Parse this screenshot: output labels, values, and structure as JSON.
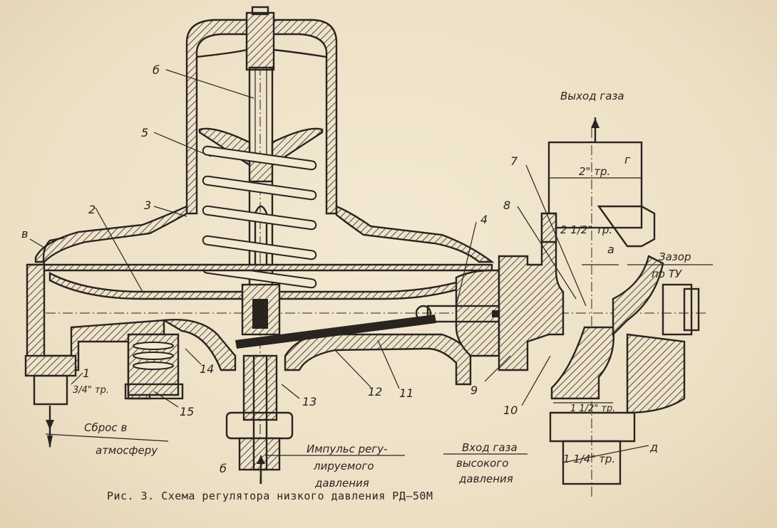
{
  "caption": "Рис. 3. Схема регулятора низкого давления РД–50М",
  "labels": {
    "n1": "1",
    "n2": "2",
    "n3": "3",
    "n4": "4",
    "n5": "5",
    "n6": "б",
    "n7": "7",
    "n8": "8",
    "n9": "9",
    "n10": "10",
    "n11": "11",
    "n12": "12",
    "n13": "13",
    "n14": "14",
    "n15": "15",
    "v": "в",
    "b": "б",
    "a": "а",
    "d": "д",
    "g": "г",
    "pipe_34": "3/4\" тр.",
    "pipe_2": "2\" тр.",
    "pipe_212": "2 1/2\" тр.",
    "pipe_112": "1 1/2\" тр.",
    "pipe_114": "1 1/4\" тр.",
    "gas_out": "Выход газа",
    "gap": "Зазор",
    "gap_tu": "по ТУ",
    "vent_1": "Сброс в",
    "vent_2": "атмосферу",
    "impulse_1": "Импульс регу-",
    "impulse_2": "лируемого",
    "impulse_3": "давления",
    "gas_in_1": "Вход газа",
    "gas_in_2": "высокого",
    "gas_in_3": "давления"
  },
  "colors": {
    "paper": "#efe3cb",
    "ink": "#2a2420"
  }
}
